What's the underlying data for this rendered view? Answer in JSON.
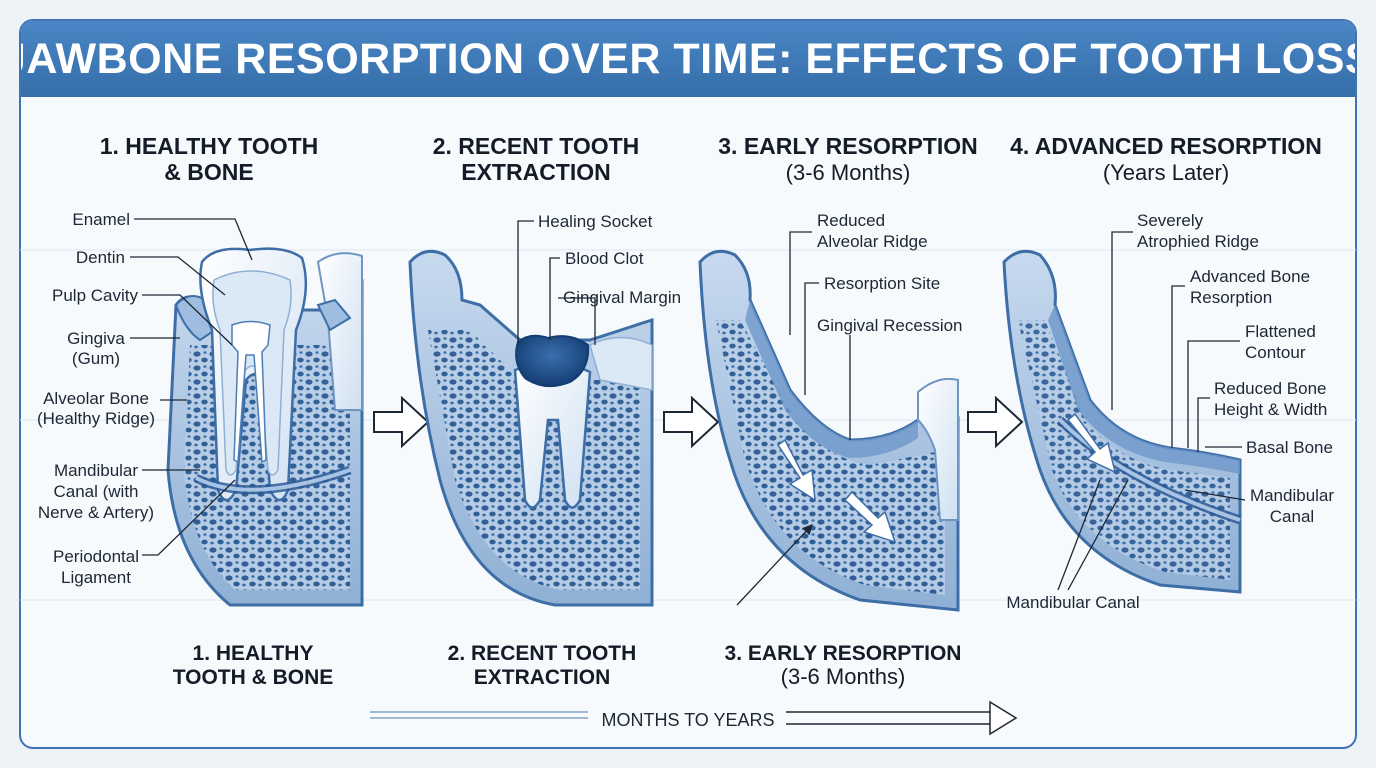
{
  "title": "JAWBONE RESORPTION OVER TIME: EFFECTS OF TOOTH LOSS",
  "stages": [
    {
      "header": [
        "1. HEALTHY TOOTH",
        "& BONE"
      ],
      "labels": [
        "Enamel",
        "Dentin",
        "Pulp Cavity",
        "Gingiva",
        "(Gum)",
        "Alveolar Bone",
        "(Healthy Ridge)",
        "Mandibular",
        "Canal (with",
        "Nerve & Artery)",
        "Periodontal",
        "Ligament"
      ],
      "caption": [
        "1. HEALTHY",
        "TOOTH & BONE"
      ]
    },
    {
      "header": [
        "2. RECENT TOOTH",
        "EXTRACTION"
      ],
      "labels": [
        "Healing Socket",
        "Blood Clot",
        "Gingival Margin"
      ],
      "caption": [
        "2. RECENT TOOTH",
        "EXTRACTION"
      ]
    },
    {
      "header": [
        "3. EARLY RESORPTION",
        "(3-6 Months)"
      ],
      "labels": [
        "Reduced",
        "Alveolar Ridge",
        "Resorption Site",
        "Gingival Recession"
      ],
      "caption": [
        "3. EARLY RESORPTION",
        "(3-6 Months)"
      ]
    },
    {
      "header": [
        "4. ADVANCED RESORPTION",
        "(Years Later)"
      ],
      "labels": [
        "Severely",
        "Atrophied Ridge",
        "Advanced Bone",
        "Resorption",
        "Flattened",
        "Contour",
        "Reduced Bone",
        "Height & Width",
        "Basal Bone",
        "Mandibular",
        "Canal",
        "Mandibular Canal"
      ]
    }
  ],
  "timeline": "MONTHS TO YEARS",
  "colors": {
    "title_bar": "#3e79b9",
    "bone": "#8fb0d5",
    "bone_dark": "#3e6ea6",
    "tooth": "#eaf2fb",
    "clot": "#1f4f8c"
  }
}
